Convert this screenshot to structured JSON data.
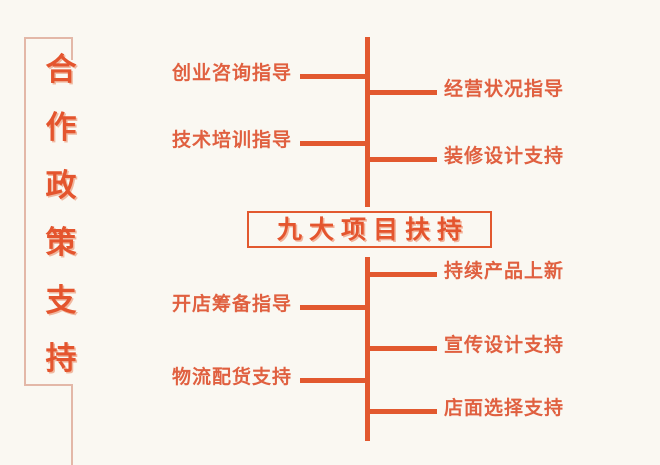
{
  "graphic": {
    "type": "mind-map-infographic",
    "background_color": "#faf8f2",
    "accent_color": "#e2592f",
    "label_color": "#e06040",
    "bracket_color": "#e3b8a8",
    "shadow_color": "#f0b8a0"
  },
  "side_title": {
    "full_text": "合作政策支持",
    "orientation": "vertical",
    "characters": [
      "合",
      "作",
      "政",
      "策",
      "支",
      "持"
    ]
  },
  "center": {
    "title": "九大项目扶持",
    "boxed": true
  },
  "branches": {
    "top_left": [
      {
        "label": "创业咨询指导"
      },
      {
        "label": "技术培训指导"
      }
    ],
    "top_right": [
      {
        "label": "经营状况指导"
      },
      {
        "label": "装修设计支持"
      }
    ],
    "bottom_left": [
      {
        "label": "开店筹备指导"
      },
      {
        "label": "物流配货支持"
      }
    ],
    "bottom_right": [
      {
        "label": "持续产品上新"
      },
      {
        "label": "宣传设计支持"
      },
      {
        "label": "店面选择支持"
      }
    ]
  },
  "all_items_in_reading_order": [
    "创业咨询指导",
    "经营状况指导",
    "技术培训指导",
    "装修设计支持",
    "持续产品上新",
    "开店筹备指导",
    "宣传设计支持",
    "物流配货支持",
    "店面选择支持"
  ]
}
